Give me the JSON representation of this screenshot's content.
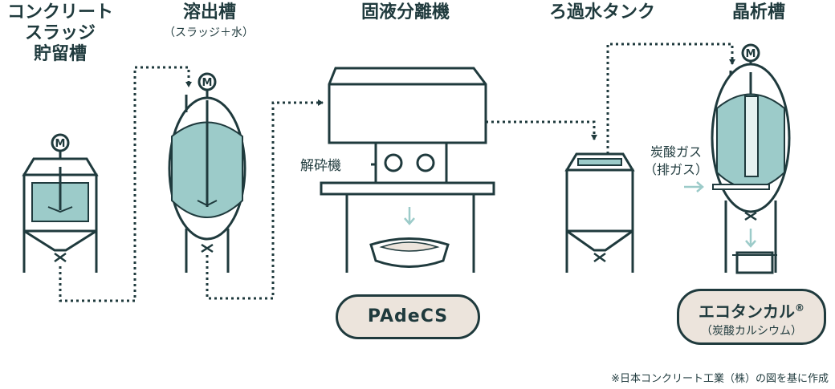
{
  "stages": [
    {
      "title_lines": [
        "コンクリート",
        "スラッジ",
        "貯留槽"
      ]
    },
    {
      "title": "溶出槽",
      "subtitle": "（スラッジ＋水）"
    },
    {
      "title": "固液分離機"
    },
    {
      "title": "ろ過水タンク"
    },
    {
      "title": "晶析槽"
    }
  ],
  "labels": {
    "crusher": "解砕機",
    "gas_line1": "炭酸ガス",
    "gas_line2": "（排ガス）",
    "motor": "M"
  },
  "products": {
    "padecs": "PAdeCS",
    "ecotancal_name": "エコタンカル",
    "ecotancal_mark": "®",
    "ecotancal_sub": "（炭酸カルシウム）"
  },
  "footnote": "※日本コンクリート工業（株）の図を基に作成",
  "colors": {
    "line": "#1f3a3d",
    "liquid": "#9ccbc9",
    "pale": "#e6f2f1",
    "product": "#ece4dc"
  }
}
